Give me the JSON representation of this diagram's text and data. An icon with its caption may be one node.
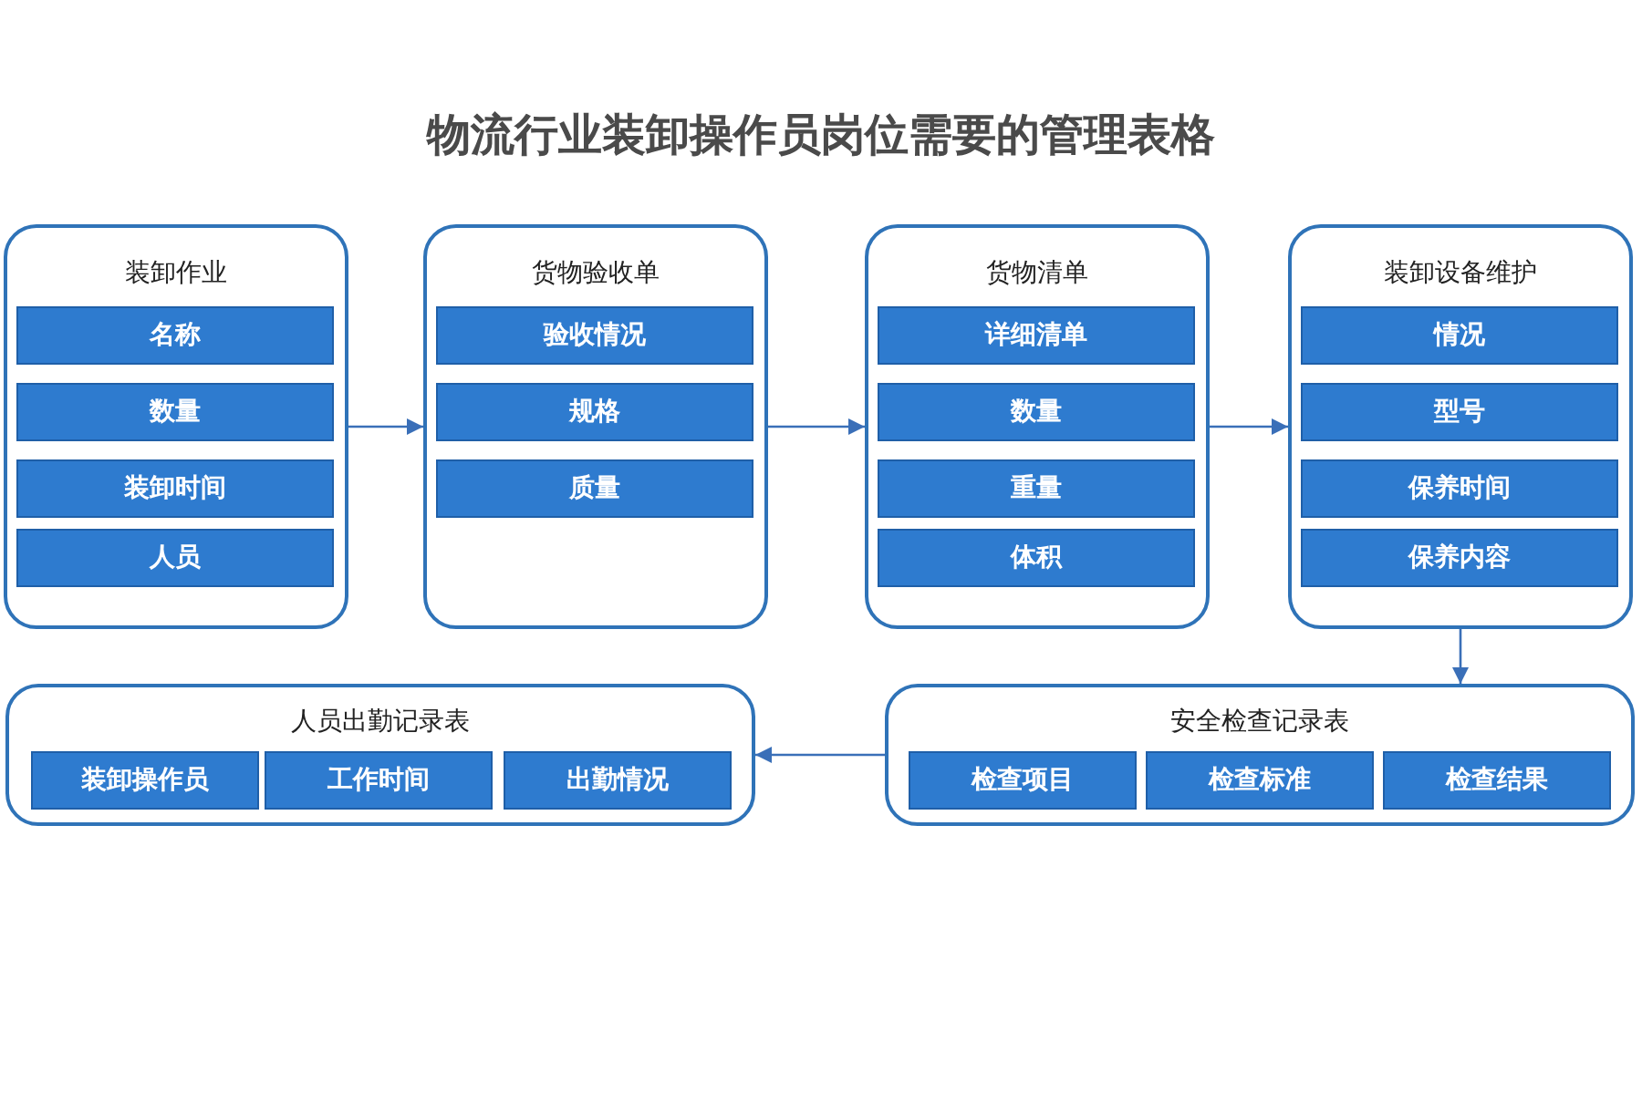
{
  "diagram": {
    "title": "物流行业装卸操作员岗位需要的管理表格",
    "nodes": [
      {
        "text": [
          "装卸作业"
        ]
      },
      {
        "text": [
          "名称"
        ],
        "in": 0
      },
      {
        "text": [
          "数量"
        ],
        "in": 0
      },
      {
        "text": [
          "装卸时间"
        ],
        "in": 0
      },
      {
        "text": [
          "人员"
        ],
        "in": 0
      },
      {
        "text": [
          "货物验收单"
        ]
      },
      {
        "text": [
          "验收情况"
        ],
        "in": 5
      },
      {
        "text": [
          "规格"
        ],
        "in": 5
      },
      {
        "text": [
          "质量"
        ],
        "in": 5
      },
      {
        "text": [
          "货物清单"
        ]
      },
      {
        "text": [
          "详细清单"
        ],
        "in": 9
      },
      {
        "text": [
          "数量"
        ],
        "in": 9
      },
      {
        "text": [
          "重量"
        ],
        "in": 9
      },
      {
        "text": [
          "体积"
        ],
        "in": 9
      },
      {
        "text": [
          "装卸设备维护"
        ]
      },
      {
        "text": [
          "情况"
        ],
        "in": 14
      },
      {
        "text": [
          "型号"
        ],
        "in": 14
      },
      {
        "text": [
          "保养时间"
        ],
        "in": 14
      },
      {
        "text": [
          "保养内容"
        ],
        "in": 14
      },
      {
        "text": [
          "人员出勤记录表"
        ]
      },
      {
        "text": [
          "装卸操作员"
        ],
        "in": 19
      },
      {
        "text": [
          "工作时间"
        ],
        "in": 19
      },
      {
        "text": [
          "出勤情况"
        ],
        "in": 19
      },
      {
        "text": [
          "安全检查记录表"
        ]
      },
      {
        "text": [
          "检查项目"
        ],
        "in": 23
      },
      {
        "text": [
          "检查标准"
        ],
        "in": 23
      },
      {
        "text": [
          "检查结果"
        ],
        "in": 23
      }
    ],
    "edges": [
      {
        "from": 0,
        "to": 5,
        "arrow": "to"
      },
      {
        "from": 5,
        "to": 9,
        "arrow": "to"
      },
      {
        "from": 9,
        "to": 14,
        "arrow": "to"
      },
      {
        "from": 14,
        "to": 23,
        "arrow": "to"
      },
      {
        "from": 23,
        "to": 19,
        "arrow": "to"
      }
    ]
  }
}
